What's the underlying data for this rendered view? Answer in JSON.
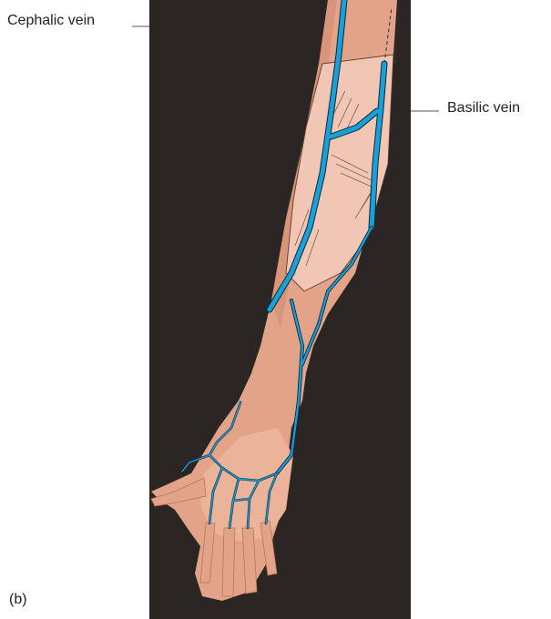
{
  "labels": {
    "cephalic": "Cephalic vein",
    "basilic": "Basilic vein",
    "panel": "(b)"
  },
  "colors": {
    "background": "#2b2524",
    "skin": "#e6a68a",
    "skin_shadow": "#c98568",
    "muscle": "#f1c6b4",
    "vein": "#1aa0d8",
    "vein_outline": "#0a2a3a",
    "leader": "#555555"
  }
}
